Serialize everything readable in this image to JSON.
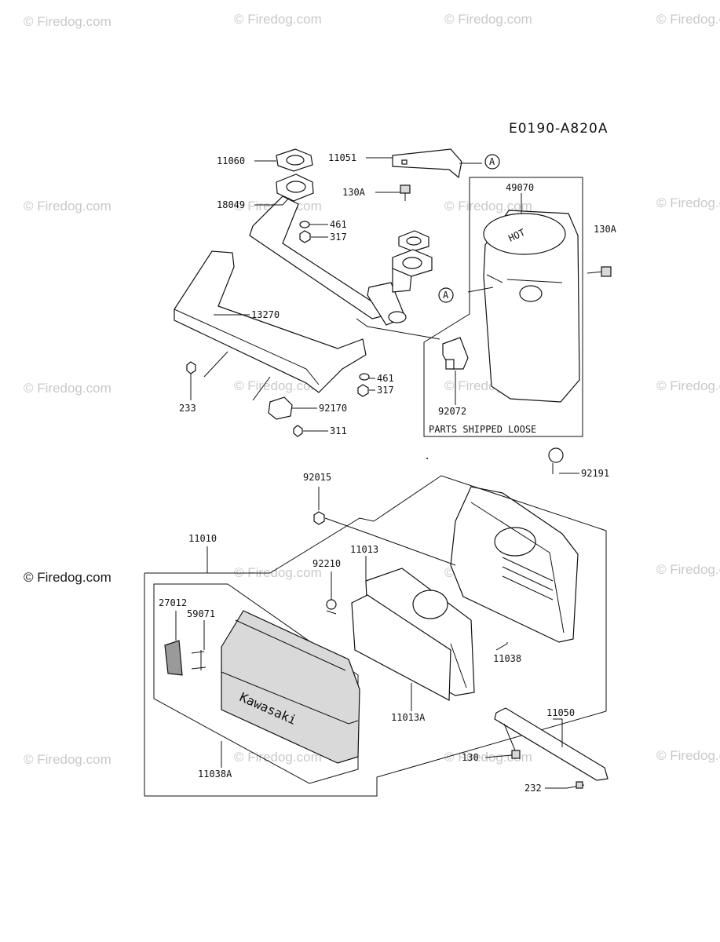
{
  "diagram_code": "E0190-A820A",
  "watermark": "© Firedog.com",
  "callout_marker": "A",
  "loose_box_caption": "PARTS SHIPPED LOOSE",
  "part_labels": {
    "p11060": "11060",
    "p18049": "18049",
    "p11051": "11051",
    "p130A_top": "130A",
    "p461_top": "461",
    "p317_top": "317",
    "p49070": "49070",
    "p130A_right": "130A",
    "p13270": "13270",
    "p461_mid": "461",
    "p317_mid": "317",
    "p233": "233",
    "p92170": "92170",
    "p311": "311",
    "p92072": "92072",
    "p92191": "92191",
    "p92015": "92015",
    "p11010": "11010",
    "p11013": "11013",
    "p92210": "92210",
    "p27012": "27012",
    "p59071": "59071",
    "p11038": "11038",
    "p11013A": "11013A",
    "p11050": "11050",
    "p130": "130",
    "p11038A": "11038A",
    "p232": "232"
  },
  "cover_brand": "Kawasaki",
  "muffler_warning": "HOT"
}
